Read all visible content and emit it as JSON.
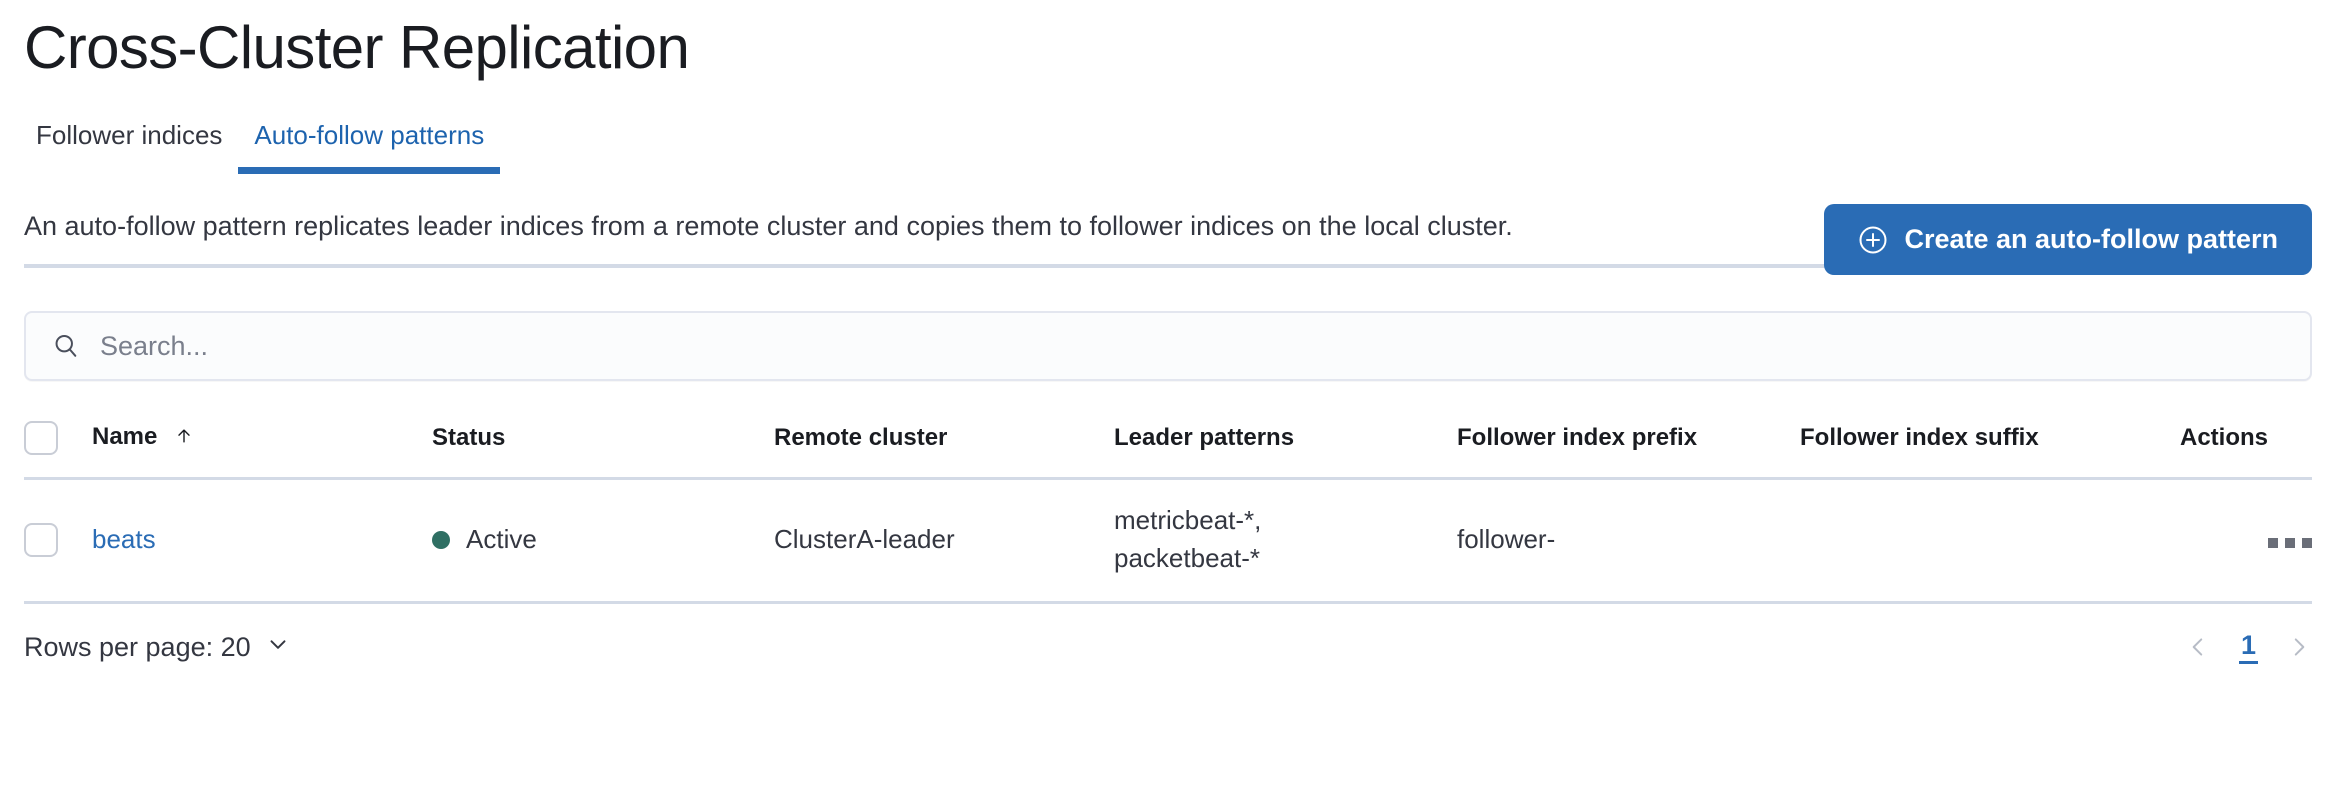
{
  "page": {
    "title": "Cross-Cluster Replication"
  },
  "tabs": [
    {
      "label": "Follower indices",
      "active": false
    },
    {
      "label": "Auto-follow patterns",
      "active": true
    }
  ],
  "intro": {
    "description": "An auto-follow pattern replicates leader indices from a remote cluster and copies them to follower indices on the local cluster.",
    "create_button_label": "Create an auto-follow pattern",
    "create_button_icon": "plus-in-circle-icon"
  },
  "search": {
    "placeholder": "Search...",
    "value": "",
    "icon": "search-icon"
  },
  "table": {
    "columns": [
      {
        "key": "name",
        "label": "Name",
        "sorted": "asc",
        "sort_icon": "arrow-up-icon"
      },
      {
        "key": "status",
        "label": "Status"
      },
      {
        "key": "remote_cluster",
        "label": "Remote cluster"
      },
      {
        "key": "leader_patterns",
        "label": "Leader patterns"
      },
      {
        "key": "follower_index_prefix",
        "label": "Follower index prefix"
      },
      {
        "key": "follower_index_suffix",
        "label": "Follower index suffix"
      },
      {
        "key": "actions",
        "label": "Actions"
      }
    ],
    "rows": [
      {
        "selected": false,
        "name": "beats",
        "status": "Active",
        "status_color": "#2f6f63",
        "remote_cluster": "ClusterA-leader",
        "leader_patterns": "metricbeat-*,\npacketbeat-*",
        "follower_index_prefix": "follower-",
        "follower_index_suffix": "",
        "actions_icon": "more-actions-icon"
      }
    ]
  },
  "footer": {
    "rows_per_page_label": "Rows per page: 20",
    "rows_per_page_icon": "chevron-down-icon",
    "pagination": {
      "prev_icon": "chevron-left-icon",
      "next_icon": "chevron-right-icon",
      "current_page": "1"
    }
  },
  "colors": {
    "accent": "#2a6cb5",
    "link": "#2a6cb5",
    "status_active": "#2f6f63",
    "border": "#d3dae6",
    "text": "#343741"
  }
}
